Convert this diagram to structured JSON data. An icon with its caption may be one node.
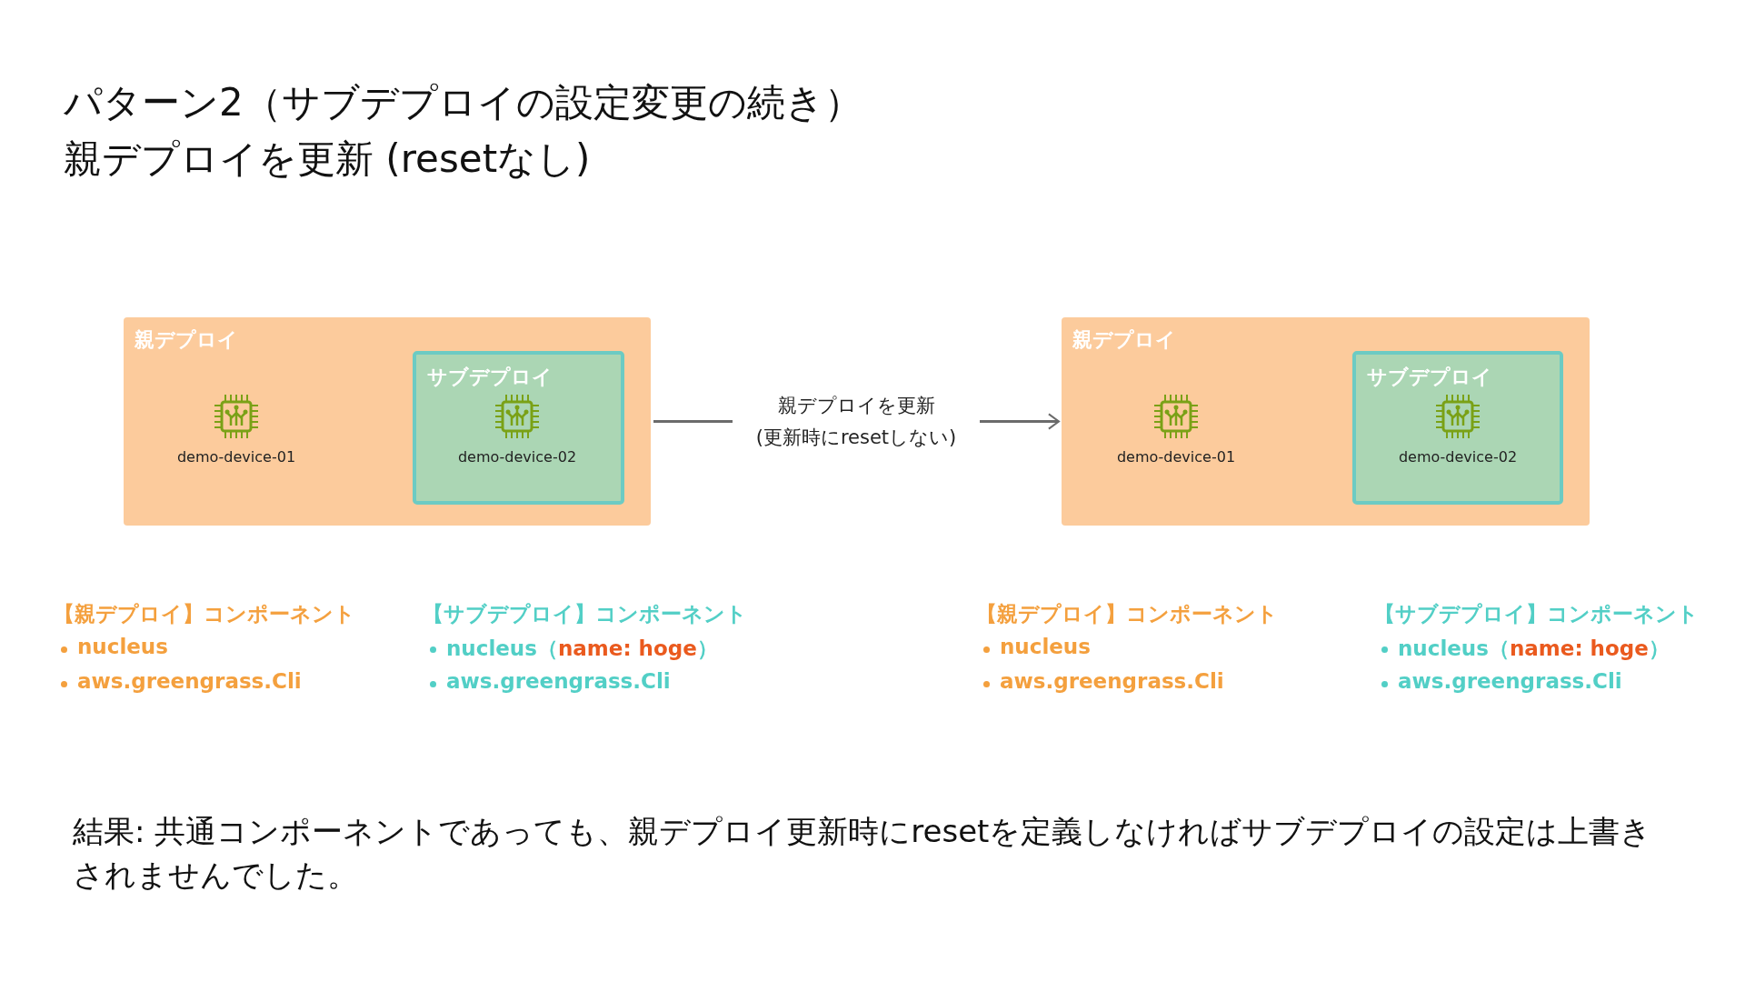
{
  "diagram": {
    "title": "パターン2（サブデプロイの設定変更の続き）親デプロイを更新 (resetなし)",
    "caption": "結果: 共通コンポーネントであっても、親デプロイ更新時にresetを定義しなければサブデプロイの設定は上書きされませんでした。",
    "nodes": [
      {
        "text": [
          "親デプロイ"
        ]
      },
      {
        "text": [
          "demo-device-01"
        ],
        "in": 0
      },
      {
        "text": [
          "サブデプロイ"
        ],
        "in": 0
      },
      {
        "text": [
          "demo-device-02"
        ],
        "in": 2
      },
      {
        "text": [
          "親デプロイ"
        ]
      },
      {
        "text": [
          "demo-device-01"
        ],
        "in": 4
      },
      {
        "text": [
          "サブデプロイ"
        ],
        "in": 4
      },
      {
        "text": [
          "demo-device-02"
        ],
        "in": 6
      }
    ],
    "edges": [
      {
        "from": 0,
        "to": 4,
        "arrow": "to",
        "label": "親デプロイを更新 (更新時にresetしない)"
      }
    ],
    "labels": [
      "【親デプロイ】コンポーネント",
      "nucleus",
      "aws.greengrass.Cli",
      "【サブデプロイ】コンポーネント",
      "nucleus（**name: hoge**）",
      "aws.greengrass.Cli",
      "【親デプロイ】コンポーネント",
      "nucleus",
      "aws.greengrass.Cli",
      "【サブデプロイ】コンポーネント",
      "nucleus（**name: hoge**）",
      "aws.greengrass.Cli"
    ]
  }
}
